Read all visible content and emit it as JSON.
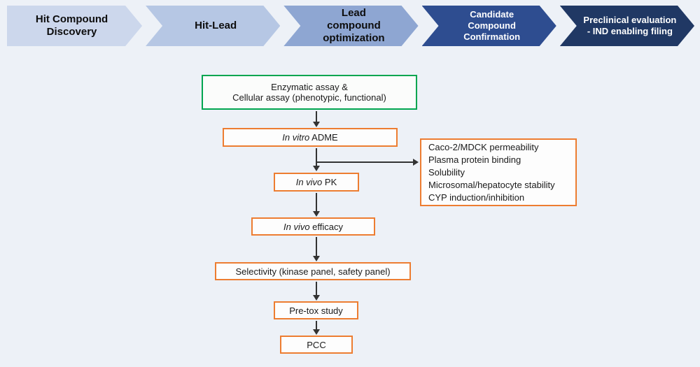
{
  "colors": {
    "background": "#edf1f7",
    "accent_orange": "#ED7D31",
    "accent_green": "#00A550",
    "arrow": "#333333",
    "stage_fills": [
      "#ccd7ec",
      "#b6c7e4",
      "#8ea6d2",
      "#2e4d90",
      "#203864"
    ]
  },
  "pipeline": {
    "stages": [
      {
        "label": "Hit Compound\nDiscovery"
      },
      {
        "label": "Hit-Lead"
      },
      {
        "label": "Lead\ncompound\noptimization"
      },
      {
        "label": "Candidate\nCompound\nConfirmation"
      },
      {
        "label": "Preclinical evaluation\n- IND enabling filing"
      }
    ]
  },
  "flowchart": {
    "assay_box": {
      "text": "Enzymatic assay &\nCellular assay (phenotypic, functional)"
    },
    "invitro_adme": {
      "italic": "In vitro",
      "rest": " ADME"
    },
    "invivo_pk": {
      "italic": "In vivo",
      "rest": " PK"
    },
    "invivo_efficacy": {
      "italic": "In vivo",
      "rest": " efficacy"
    },
    "selectivity": {
      "label": "Selectivity (kinase panel, safety panel)"
    },
    "pretox": {
      "label": "Pre-tox study"
    },
    "pcc": {
      "label": "PCC"
    },
    "side_box": {
      "items": [
        "Caco-2/MDCK permeability",
        "Plasma protein binding",
        "Solubility",
        "Microsomal/hepatocyte stability",
        "CYP induction/inhibition"
      ]
    }
  }
}
